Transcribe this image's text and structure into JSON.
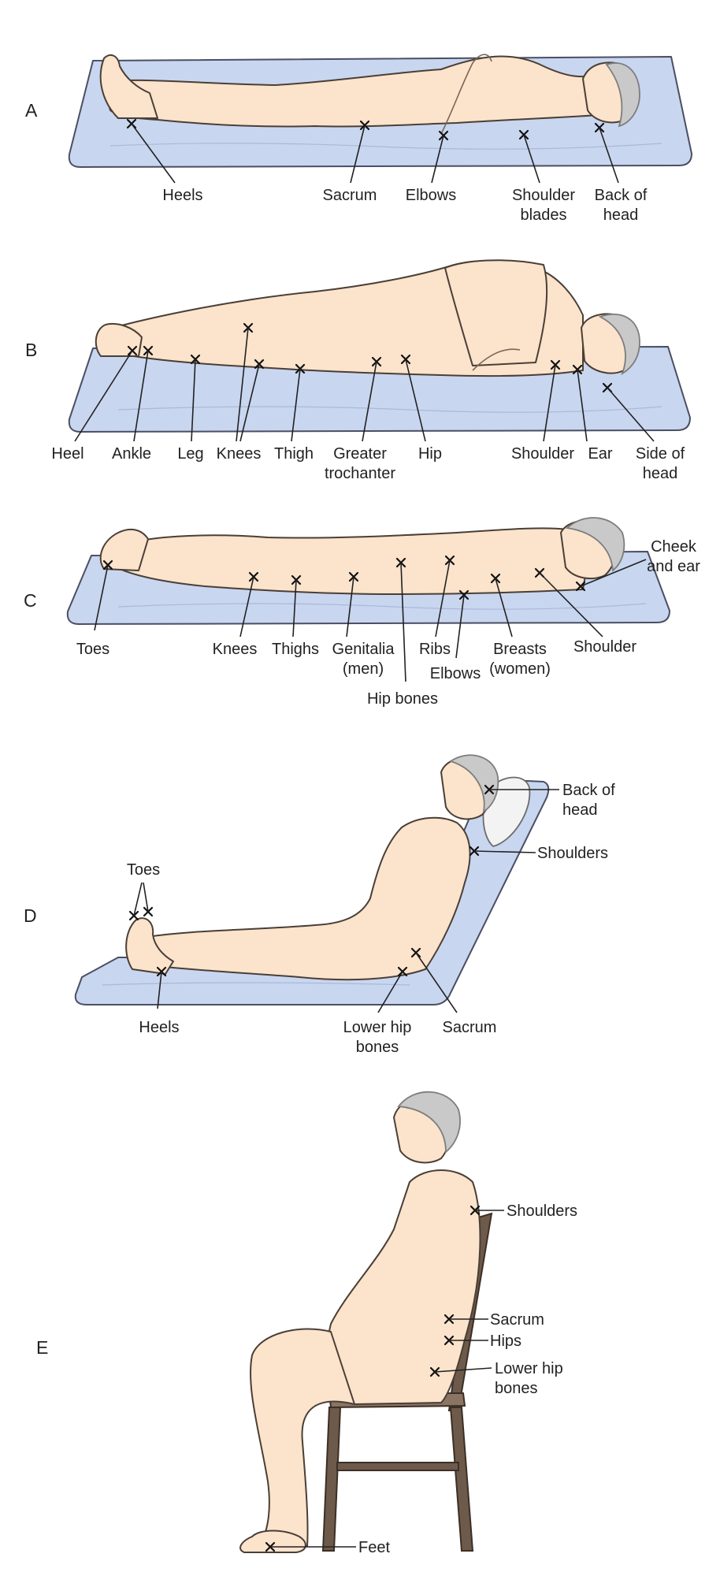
{
  "panels": [
    {
      "id": "A",
      "labels": {
        "heels": "Heels",
        "sacrum": "Sacrum",
        "elbows": "Elbows",
        "shoulder_blades_1": "Shoulder",
        "shoulder_blades_2": "blades",
        "back_of_head_1": "Back of",
        "back_of_head_2": "head"
      }
    },
    {
      "id": "B",
      "labels": {
        "heel": "Heel",
        "ankle": "Ankle",
        "leg": "Leg",
        "knees": "Knees",
        "thigh": "Thigh",
        "greater_trochanter_1": "Greater",
        "greater_trochanter_2": "trochanter",
        "hip": "Hip",
        "shoulder": "Shoulder",
        "ear": "Ear",
        "side_of_head_1": "Side of",
        "side_of_head_2": "head"
      }
    },
    {
      "id": "C",
      "labels": {
        "toes": "Toes",
        "knees": "Knees",
        "thighs": "Thighs",
        "genitalia_1": "Genitalia",
        "genitalia_2": "(men)",
        "hip_bones": "Hip bones",
        "ribs": "Ribs",
        "elbows": "Elbows",
        "breasts_1": "Breasts",
        "breasts_2": "(women)",
        "shoulder": "Shoulder",
        "cheek_and_ear_1": "Cheek",
        "cheek_and_ear_2": "and ear"
      }
    },
    {
      "id": "D",
      "labels": {
        "toes": "Toes",
        "heels": "Heels",
        "lower_hip_bones_1": "Lower hip",
        "lower_hip_bones_2": "bones",
        "sacrum": "Sacrum",
        "shoulders": "Shoulders",
        "back_of_head_1": "Back of",
        "back_of_head_2": "head"
      }
    },
    {
      "id": "E",
      "labels": {
        "shoulders": "Shoulders",
        "sacrum": "Sacrum",
        "hips": "Hips",
        "lower_hip_bones_1": "Lower hip",
        "lower_hip_bones_2": "bones",
        "feet": "Feet"
      }
    }
  ],
  "colors": {
    "mattress": "#c9d6f0",
    "skin": "#fbe3cc",
    "hair": "#c9c9c9",
    "chair": "#6e5a4a",
    "pillow": "#f3f3f3"
  }
}
